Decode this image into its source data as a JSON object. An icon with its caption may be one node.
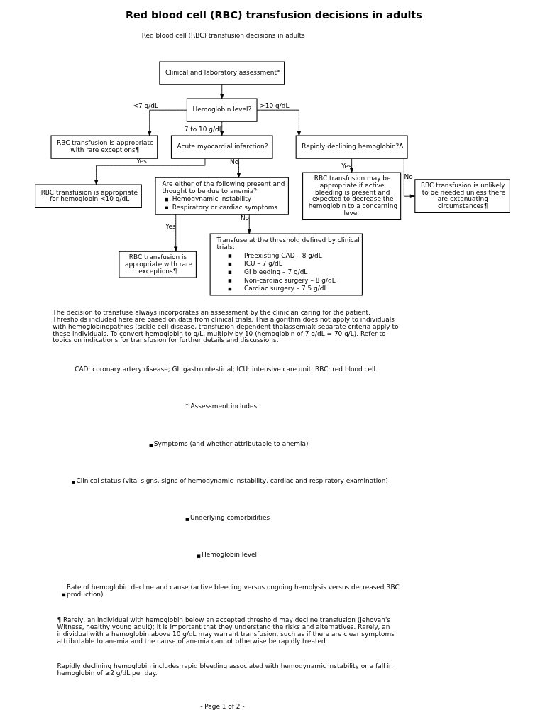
{
  "diagram": {
    "title": "Red blood cell (RBC) transfusion decisions in adults",
    "nodes": [
      {
        "text": [
          "Clinical and laboratory assessment*"
        ]
      },
      {
        "text": [
          "Hemoglobin level?"
        ]
      },
      {
        "text": [
          "RBC transfusion is appropriate with rare exceptions¶"
        ]
      },
      {
        "text": [
          "Acute myocardial infarction?"
        ]
      },
      {
        "text": [
          "Rapidly declining hemoglobin?Δ"
        ]
      },
      {
        "text": [
          "RBC transfusion is appropriate for hemoglobin <10 g/dL"
        ]
      },
      {
        "text": [
          "Are either of the following present and thought to be due to anemia?",
          "Hemodynamic instability",
          "Respiratory or cardiac symptoms"
        ]
      },
      {
        "text": [
          "RBC transfusion may be appropriate if active bleeding is present and expected to decrease the hemoglobin to a concerning level"
        ]
      },
      {
        "text": [
          "RBC transfusion is unlikely to be needed unless there are extenuating circumstances¶"
        ]
      },
      {
        "text": [
          "RBC transfusion is appropriate with rare exceptions¶"
        ]
      },
      {
        "text": [
          "Transfuse at the threshold defined by clinical trials:",
          "Preexisting CAD – 8 g/dL",
          "ICU – 7 g/dL",
          "GI bleeding – 7 g/dL",
          "Non-cardiac surgery – 8 g/dL",
          "Cardiac surgery – 7.5 g/dL"
        ]
      }
    ],
    "edges": [
      {
        "from": 0,
        "to": 1,
        "arrow": "to"
      },
      {
        "from": 1,
        "to": 2,
        "arrow": "to",
        "label": "<7 g/dL"
      },
      {
        "from": 1,
        "to": 3,
        "arrow": "to",
        "label": "7 to 10 g/dL"
      },
      {
        "from": 1,
        "to": 4,
        "arrow": "to",
        "label": ">10 g/dL"
      },
      {
        "from": 3,
        "to": 5,
        "arrow": "to",
        "label": "Yes"
      },
      {
        "from": 3,
        "to": 6,
        "arrow": "to",
        "label": "No"
      },
      {
        "from": 4,
        "to": 7,
        "arrow": "to",
        "label": "Yes"
      },
      {
        "from": 4,
        "to": 8,
        "arrow": "to",
        "label": "No"
      },
      {
        "from": 6,
        "to": 9,
        "arrow": "to",
        "label": "Yes"
      },
      {
        "from": 6,
        "to": 10,
        "arrow": "to",
        "label": "No"
      }
    ],
    "labels": [
      "Red blood cell (RBC) transfusion decisions in adults",
      "The decision to transfuse always incorporates an assessment by the clinician caring for the patient. Thresholds included here are based on data from clinical trials. This algorithm does not apply to individuals with hemoglobinopathies (sickle cell disease, transfusion-dependent thalassemia); separate criteria apply to these individuals. To convert hemoglobin to g/L, multiply by 10 (hemoglobin of 7 g/dL = 70 g/L). Refer to topics on indications for transfusion for further details and discussions.",
      "CAD: coronary artery disease; GI: gastrointestinal; ICU: intensive care unit; RBC: red blood cell.",
      "* Assessment includes:",
      "Symptoms (and whether attributable to anemia)",
      "Clinical status (vital signs, signs of hemodynamic instability, cardiac and respiratory examination)",
      "Underlying comorbidities",
      "Hemoglobin level",
      "Rate of hemoglobin decline and cause (active bleeding versus ongoing hemolysis versus decreased RBC production)",
      "¶ Rarely, an individual with hemoglobin below an accepted threshold may decline transfusion (Jehovah's Witness, healthy young adult); it is important that they understand the risks and alternatives. Rarely, an individual with a hemoglobin above 10 g/dL may warrant transfusion, such as if there are clear symptoms attributable to anemia and the cause of anemia cannot otherwise be rapidly treated.",
      "Rapidly declining hemoglobin includes rapid bleeding associated with hemodynamic instability or a fall in hemoglobin of ≥2 g/dL per day.",
      "- Page 1 of 2 -"
    ]
  }
}
